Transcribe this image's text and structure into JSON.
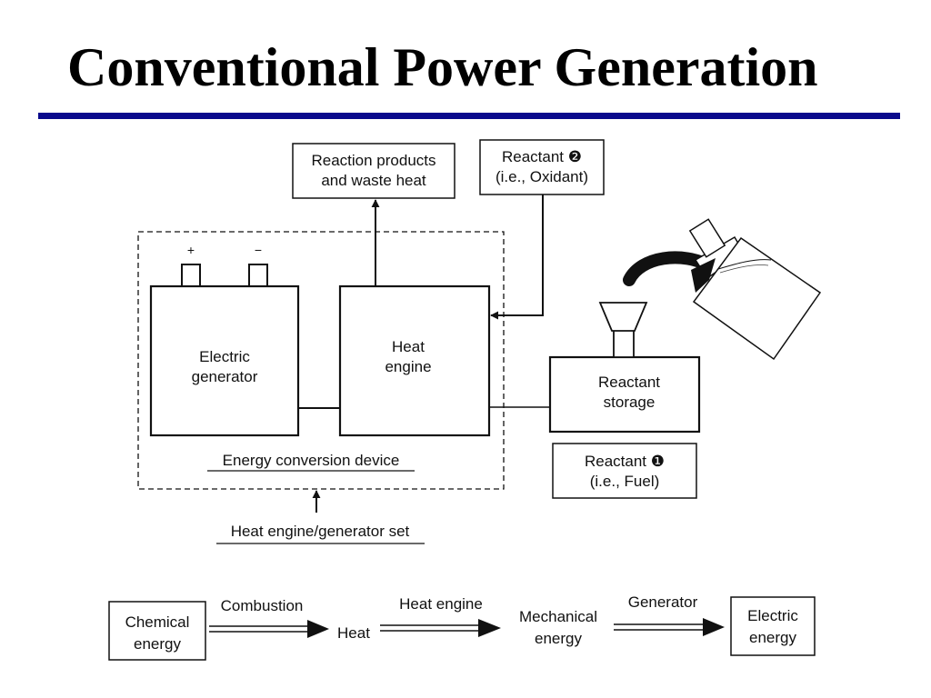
{
  "title": "Conventional Power Generation",
  "colors": {
    "title_rule": "#0a0a8c",
    "ink": "#111111"
  },
  "diagram": {
    "reaction_products": [
      "Reaction products",
      "and waste heat"
    ],
    "reactant_2": [
      "Reactant ❷",
      "(i.e., Oxidant)"
    ],
    "terminal_plus": "+",
    "terminal_minus": "−",
    "electric_generator": [
      "Electric",
      "generator"
    ],
    "heat_engine": [
      "Heat",
      "engine"
    ],
    "reactant_storage": [
      "Reactant",
      "storage"
    ],
    "energy_conversion_device": "Energy conversion device",
    "reactant_1": [
      "Reactant ❶",
      "(i.e., Fuel)"
    ],
    "heat_engine_generator_set": "Heat engine/generator set"
  },
  "flow": {
    "chemical_energy": [
      "Chemical",
      "energy"
    ],
    "combustion": "Combustion",
    "heat": "Heat",
    "heat_engine": "Heat engine",
    "mechanical_energy": [
      "Mechanical",
      "energy"
    ],
    "generator": "Generator",
    "electric_energy": [
      "Electric",
      "energy"
    ]
  }
}
